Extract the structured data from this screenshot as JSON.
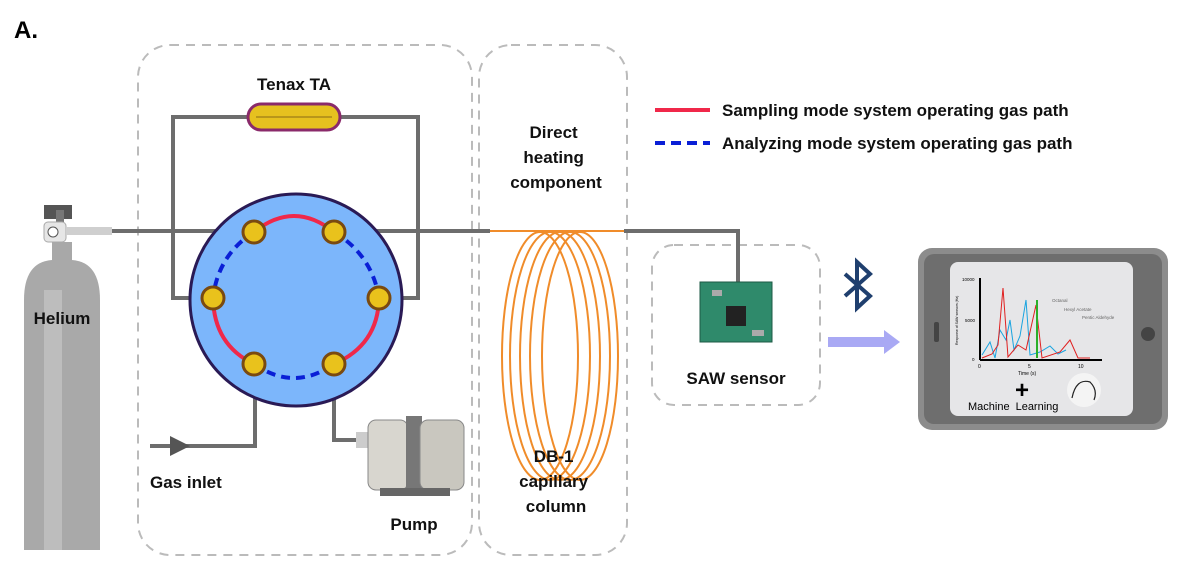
{
  "panel_label": "A.",
  "labels": {
    "helium": "Helium",
    "tenax": "Tenax TA",
    "gas_inlet": "Gas inlet",
    "pump": "Pump",
    "direct_heating": [
      "Direct",
      "heating",
      "component"
    ],
    "column": [
      "DB-1",
      "capillary",
      "column"
    ],
    "saw_sensor": "SAW sensor"
  },
  "legend": [
    {
      "label": "Sampling mode system operating gas path",
      "color": "#f0284a",
      "style": "solid"
    },
    {
      "label": "Analyzing mode system operating gas path",
      "color": "#0a1fd6",
      "style": "dashed"
    }
  ],
  "tablet": {
    "chart": {
      "ylabel": "Response of SAW sensors (Hz)",
      "xlabel": "Time (s)",
      "yticks": [
        "10000",
        "5000",
        "0"
      ],
      "xticks": [
        "0",
        "5",
        "10"
      ],
      "annotations": [
        "Octanal",
        "Hexyl Acetate",
        "Pentic Aldehyde"
      ]
    },
    "plus": "+",
    "caption": [
      "Machine",
      "Learning"
    ]
  },
  "icons": {
    "wireless": "bluetooth-icon",
    "transfer": "arrow-right-icon"
  },
  "colors": {
    "valve": "#7cb6fb",
    "port": "#e9c21c",
    "pipe": "#6d6d6d",
    "coil": "#f08c2a",
    "sampling": "#f0284a",
    "analyzing": "#0a1fd6"
  }
}
